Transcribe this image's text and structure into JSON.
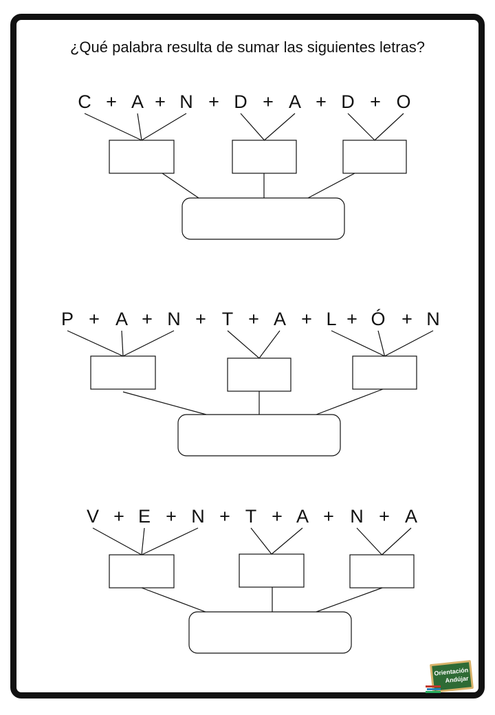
{
  "worksheet": {
    "question": "¿Qué palabra resulta de sumar las siguientes letras?",
    "exercises": [
      {
        "letters": [
          "C",
          "A",
          "N",
          "D",
          "A",
          "D",
          "O"
        ],
        "groups": [
          [
            0,
            1,
            2
          ],
          [
            3,
            4
          ],
          [
            5,
            6
          ]
        ]
      },
      {
        "letters": [
          "P",
          "A",
          "N",
          "T",
          "A",
          "L",
          "Ó",
          "N"
        ],
        "groups": [
          [
            0,
            1,
            2
          ],
          [
            3,
            4
          ],
          [
            5,
            6,
            7
          ]
        ]
      },
      {
        "letters": [
          "V",
          "E",
          "N",
          "T",
          "A",
          "N",
          "A"
        ],
        "groups": [
          [
            0,
            1,
            2
          ],
          [
            3,
            4
          ],
          [
            5,
            6
          ]
        ]
      }
    ],
    "operator": "+"
  },
  "logo": {
    "line1": "Orientación",
    "line2": "Andújar"
  },
  "colors": {
    "ink": "#111111",
    "logo_board": "#2e6b35",
    "logo_frame": "#d8b26a"
  }
}
